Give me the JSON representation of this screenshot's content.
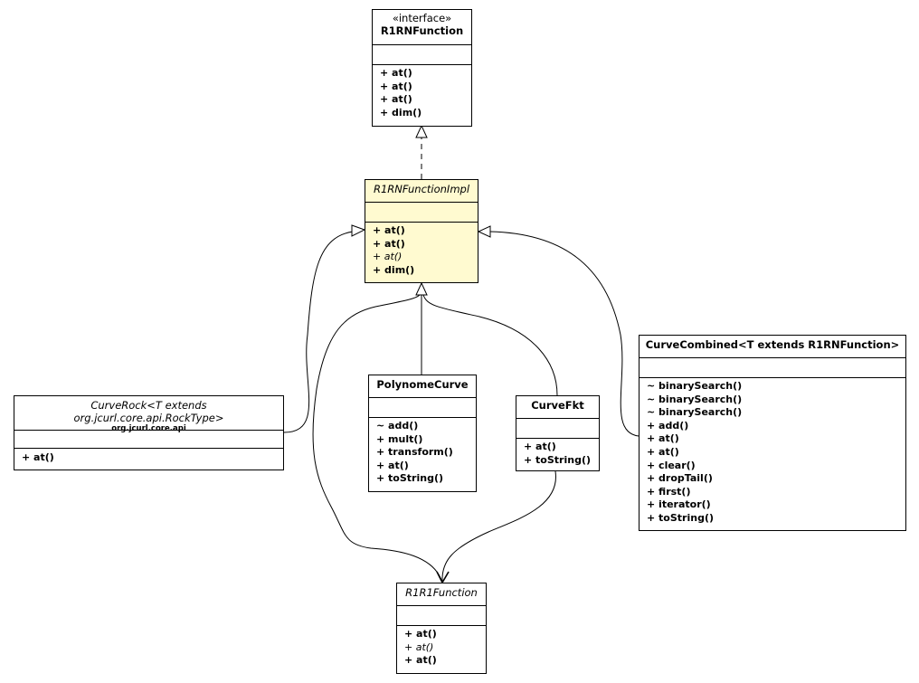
{
  "classes": {
    "r1rn_function": {
      "stereotype": "«interface»",
      "name": "R1RNFunction",
      "operations": [
        "+ at()",
        "+ at()",
        "+ at()",
        "+ dim()"
      ]
    },
    "r1rn_function_impl": {
      "name": "R1RNFunctionImpl",
      "operations": [
        "+ at()",
        "+ at()",
        "+ at()",
        "+ dim()"
      ],
      "italic_operation_index": 2
    },
    "curve_rock": {
      "name": "CurveRock<T extends org.jcurl.core.api.RockType>",
      "package": "org.jcurl.core.api",
      "operations": [
        "+ at()"
      ]
    },
    "polynome_curve": {
      "name": "PolynomeCurve",
      "operations": [
        "~ add()",
        "+ mult()",
        "+ transform()",
        "+ at()",
        "+ toString()"
      ]
    },
    "curve_fkt": {
      "name": "CurveFkt",
      "operations": [
        "+ at()",
        "+ toString()"
      ]
    },
    "curve_combined": {
      "name": "CurveCombined<T extends R1RNFunction>",
      "operations": [
        "~ binarySearch()",
        "~ binarySearch()",
        "~ binarySearch()",
        "+ add()",
        "+ at()",
        "+ at()",
        "+ clear()",
        "+ dropTail()",
        "+ first()",
        "+ iterator()",
        "+ toString()"
      ]
    },
    "r1r1_function": {
      "name": "R1R1Function",
      "operations": [
        "+ at()",
        "+ at()",
        "+ at()"
      ],
      "italic_operation_index": 1
    }
  },
  "colors": {
    "highlight_fill": "#fffad0",
    "line": "#000000"
  }
}
